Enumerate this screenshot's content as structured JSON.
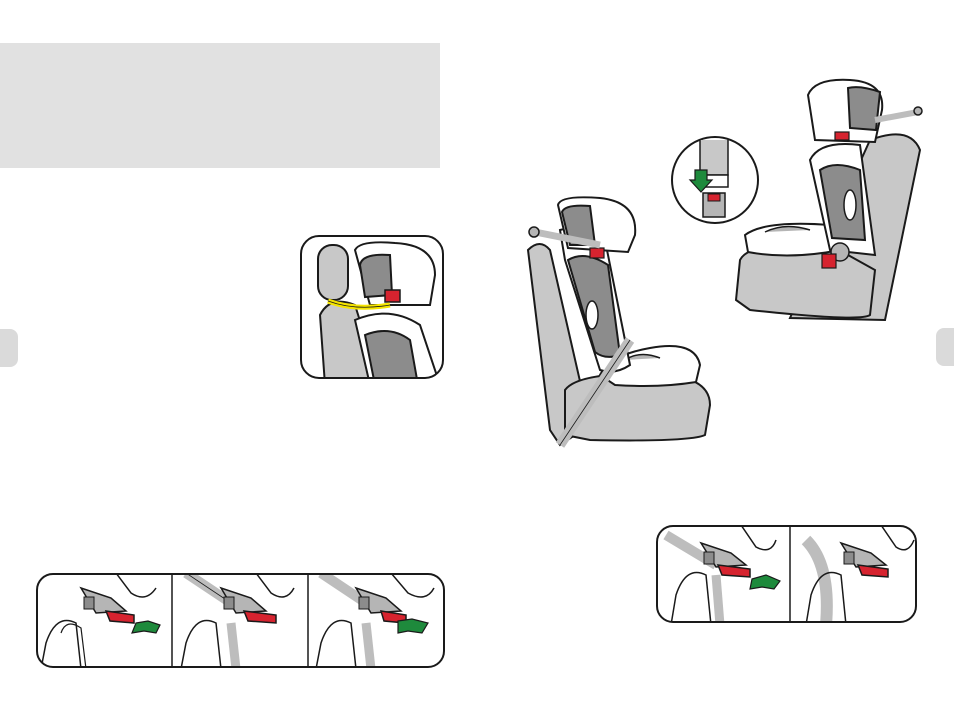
{
  "page": {
    "background": "#ffffff",
    "banner_color": "#e1e1e1",
    "side_tab_color": "#dadada"
  },
  "colors": {
    "outline": "#1a1a1a",
    "seat_gray": "#c8c8c8",
    "dark_gray": "#8c8c8c",
    "mid_gray": "#b5b5b5",
    "belt": "#bdbdbd",
    "release_red": "#d6232f",
    "arrow_green": "#1e8a3c",
    "adjust_yellow": "#f5e400"
  },
  "figures": [
    {
      "name": "headrest-adjustment-illustration",
      "icon": "headrest-strap-icon"
    },
    {
      "name": "seat-with-belt-illustration",
      "icon": "car-seat-icon"
    },
    {
      "name": "seat-with-isofix-illustration",
      "icon": "car-seat-icon"
    },
    {
      "name": "buckle-release-inset",
      "icon": "buckle-icon"
    },
    {
      "name": "release-three-step-panel",
      "icon": "release-lever-icon"
    },
    {
      "name": "release-two-step-panel",
      "icon": "release-lever-icon"
    }
  ]
}
